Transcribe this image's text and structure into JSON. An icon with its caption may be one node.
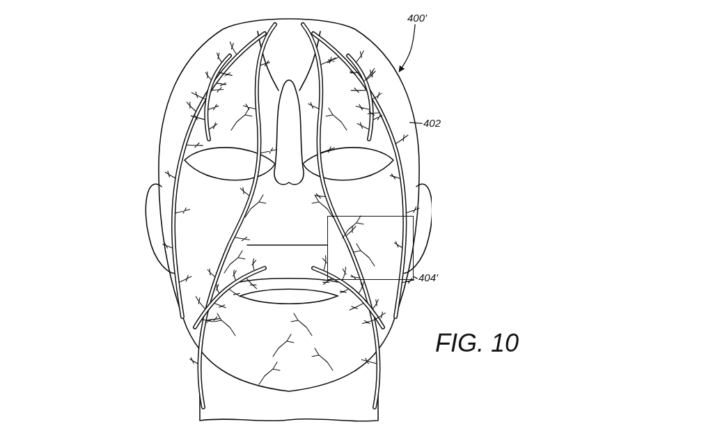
{
  "diagram": {
    "nodes": [
      {
        "text": [],
        "shape": "picture"
      },
      {
        "text": [],
        "shape": "box",
        "in": 0
      },
      {
        "text": [
          "400'"
        ]
      },
      {
        "text": [
          "402"
        ]
      },
      {
        "text": [
          "404'"
        ]
      }
    ],
    "edges": [
      {
        "from": 2,
        "to": 0,
        "arrow": "to"
      },
      {
        "from": 3,
        "to": 0,
        "arrow": "none"
      },
      {
        "from": 4,
        "to": 1,
        "arrow": "none"
      }
    ],
    "labels": [
      "FIG. 10"
    ]
  }
}
